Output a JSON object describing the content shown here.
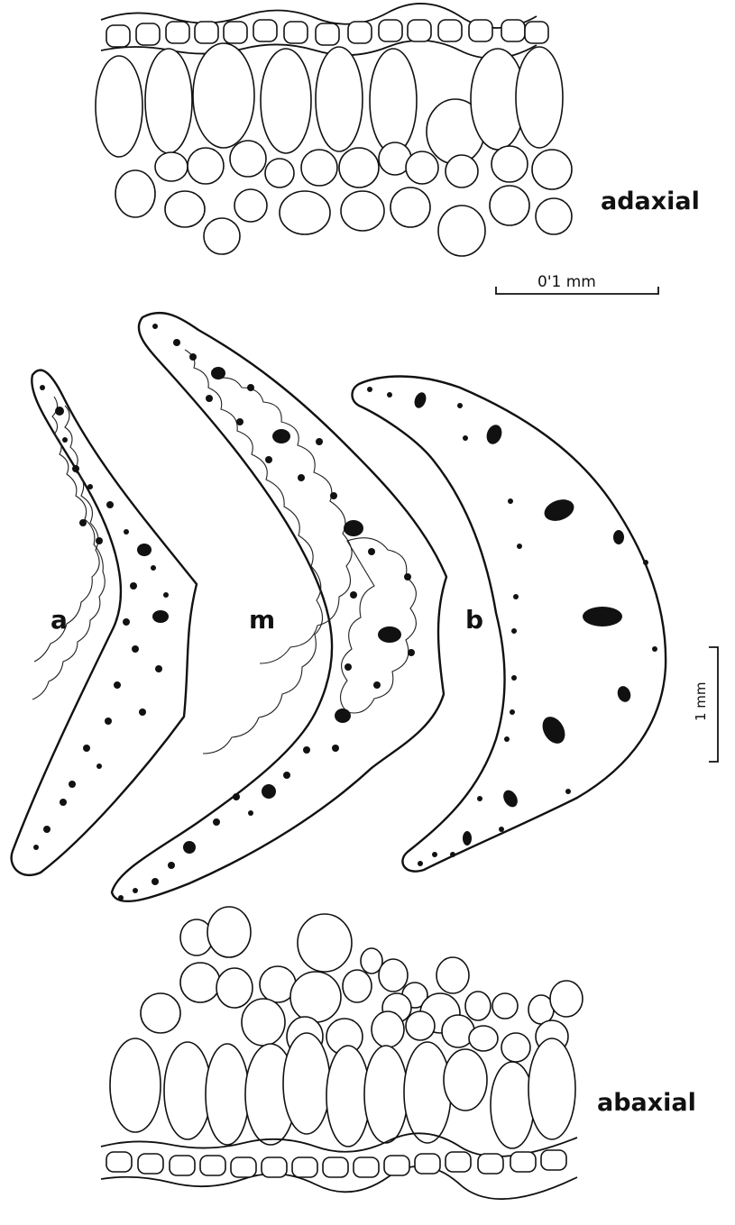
{
  "figure": {
    "panels": {
      "adaxial": {
        "label": "adaxial"
      },
      "abaxial": {
        "label": "abaxial"
      }
    },
    "sections": [
      {
        "id": "a",
        "label": "a"
      },
      {
        "id": "m",
        "label": "m"
      },
      {
        "id": "b",
        "label": "b"
      }
    ],
    "scale_bars": {
      "small": {
        "label": "0'1 mm"
      },
      "large": {
        "label": "1 mm"
      }
    }
  }
}
